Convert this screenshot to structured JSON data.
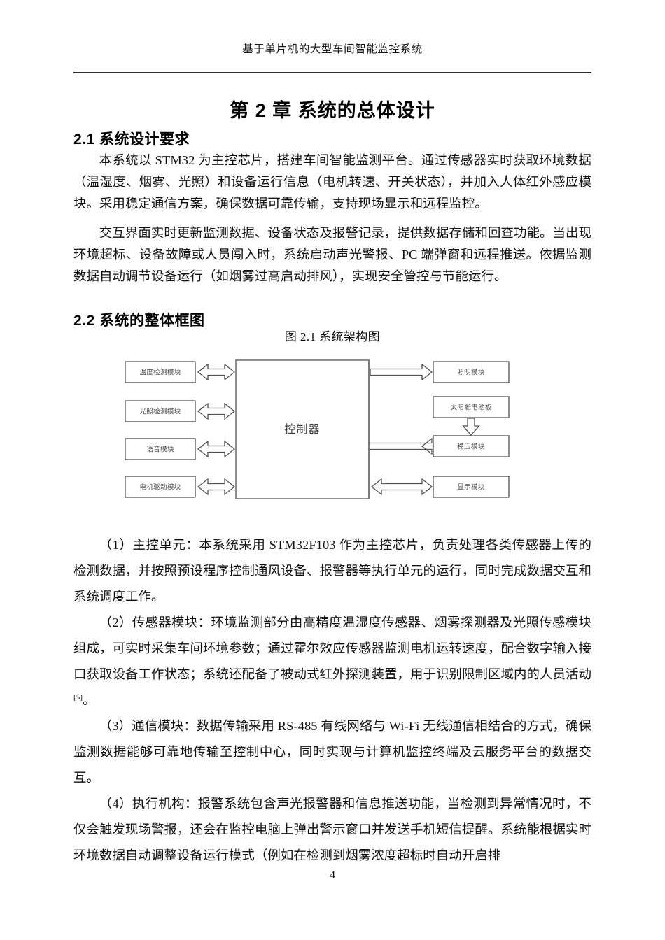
{
  "document": {
    "running_header": "基于单片机的大型车间智能监控系统",
    "page_number": "4"
  },
  "chapter": {
    "title": "第 2 章  系统的总体设计"
  },
  "sections": {
    "s21_heading": "2.1 系统设计要求",
    "s22_heading": "2.2 系统的整体框图"
  },
  "paragraphs": {
    "p1": "本系统以 STM32 为主控芯片，搭建车间智能监测平台。通过传感器实时获取环境数据（温湿度、烟雾、光照）和设备运行信息（电机转速、开关状态），并加入人体红外感应模块。采用稳定通信方案，确保数据可靠传输，支持现场显示和远程监控。",
    "p2": "交互界面实时更新监测数据、设备状态及报警记录，提供数据存储和回查功能。当出现环境超标、设备故障或人员闯入时，系统启动声光警报、PC 端弹窗和远程推送。依据监测数据自动调节设备运行（如烟雾过高启动排风），实现安全管控与节能运行。",
    "item1": "（1）主控单元：本系统采用 STM32F103 作为主控芯片，负责处理各类传感器上传的检测数据，并按照预设程序控制通风设备、报警器等执行单元的运行，同时完成数据交互和系统调度工作。",
    "item2_before_cite": "（2）传感器模块：环境监测部分由高精度温湿度传感器、烟雾探测器及光照传感模块组成，可实时采集车间环境参数；通过霍尔效应传感器监测电机运转速度，配合数字输入接口获取设备工作状态；系统还配备了被动式红外探测装置，用于识别限制区域内的人员活动",
    "item2_cite": "[5]",
    "item2_after_cite": "。",
    "item3": "（3）通信模块：数据传输采用 RS-485 有线网络与 Wi-Fi 无线通信相结合的方式，确保监测数据能够可靠地传输至控制中心，同时实现与计算机监控终端及云服务平台的数据交互。",
    "item4": "（4）执行机构：报警系统包含声光报警器和信息推送功能，当检测到异常情况时，不仅会触发现场警报，还会在监控电脑上弹出警示窗口并发送手机短信提醒。系统能根据实时环境数据自动调整设备运行模式（例如在检测到烟雾浓度超标时自动开启排"
  },
  "figure": {
    "caption": "图 2.1 系统架构图",
    "controller_label": "控制器",
    "left_modules": [
      "温度检测模块",
      "光照检测模块",
      "语音模块",
      "电机驱动模块"
    ],
    "right_modules": [
      "照明模块",
      "太阳能电池板",
      "稳压模块",
      "显示模块"
    ],
    "connections": [
      {
        "from": "温度检测模块",
        "to": "控制器",
        "type": "bidirectional"
      },
      {
        "from": "光照检测模块",
        "to": "控制器",
        "type": "bidirectional"
      },
      {
        "from": "语音模块",
        "to": "控制器",
        "type": "bidirectional"
      },
      {
        "from": "电机驱动模块",
        "to": "控制器",
        "type": "bidirectional"
      },
      {
        "from": "控制器",
        "to": "照明模块",
        "type": "right"
      },
      {
        "from": "太阳能电池板",
        "to": "稳压模块",
        "type": "down"
      },
      {
        "from": "稳压模块",
        "to": "控制器",
        "type": "left"
      },
      {
        "from": "控制器",
        "to": "显示模块",
        "type": "bidirectional"
      }
    ]
  }
}
